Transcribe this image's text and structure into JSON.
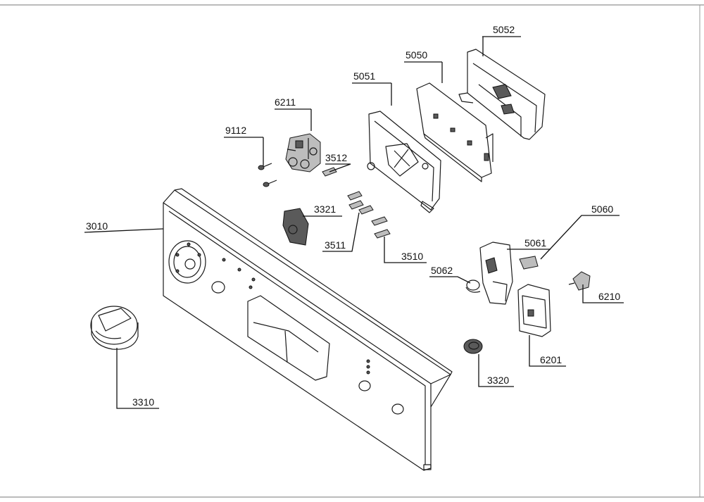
{
  "diagram": {
    "labels": [
      {
        "id": "p5052",
        "text": "5052"
      },
      {
        "id": "p5050",
        "text": "5050"
      },
      {
        "id": "p5051",
        "text": "5051"
      },
      {
        "id": "p6211",
        "text": "6211"
      },
      {
        "id": "p9112",
        "text": "9112"
      },
      {
        "id": "p3512",
        "text": "3512"
      },
      {
        "id": "p3321",
        "text": "3321"
      },
      {
        "id": "p3010",
        "text": "3010"
      },
      {
        "id": "p3511",
        "text": "3511"
      },
      {
        "id": "p3510",
        "text": "3510"
      },
      {
        "id": "p5060",
        "text": "5060"
      },
      {
        "id": "p5061",
        "text": "5061"
      },
      {
        "id": "p5062",
        "text": "5062"
      },
      {
        "id": "p6210",
        "text": "6210"
      },
      {
        "id": "p6201",
        "text": "6201"
      },
      {
        "id": "p3320",
        "text": "3320"
      },
      {
        "id": "p3310",
        "text": "3310"
      }
    ]
  }
}
